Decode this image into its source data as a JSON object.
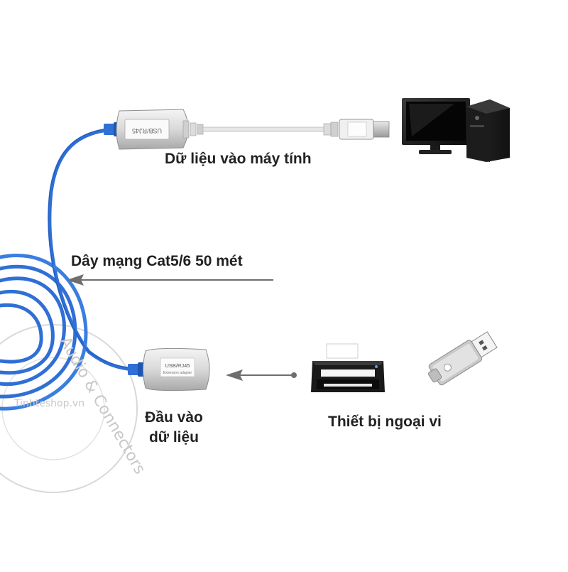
{
  "labels": {
    "computer_data": "Dữ liệu vào máy tính",
    "network_cable": "Dây mạng Cat5/6 50 mét",
    "data_input_line1": "Đầu vào",
    "data_input_line2": "dữ liệu",
    "peripherals": "Thiết bị ngoại vi"
  },
  "adapters": {
    "top_print": "USB/RJ45",
    "bottom_print_line1": "USB/RJ45",
    "bottom_print_line2": "Extension adapter"
  },
  "watermark": {
    "site": "Tinhteshop.vn",
    "ring": "Audio & Connectors"
  },
  "colors": {
    "cable_blue": "#2f6fd6",
    "arrow_gray": "#6e6e6e",
    "text": "#222222"
  }
}
